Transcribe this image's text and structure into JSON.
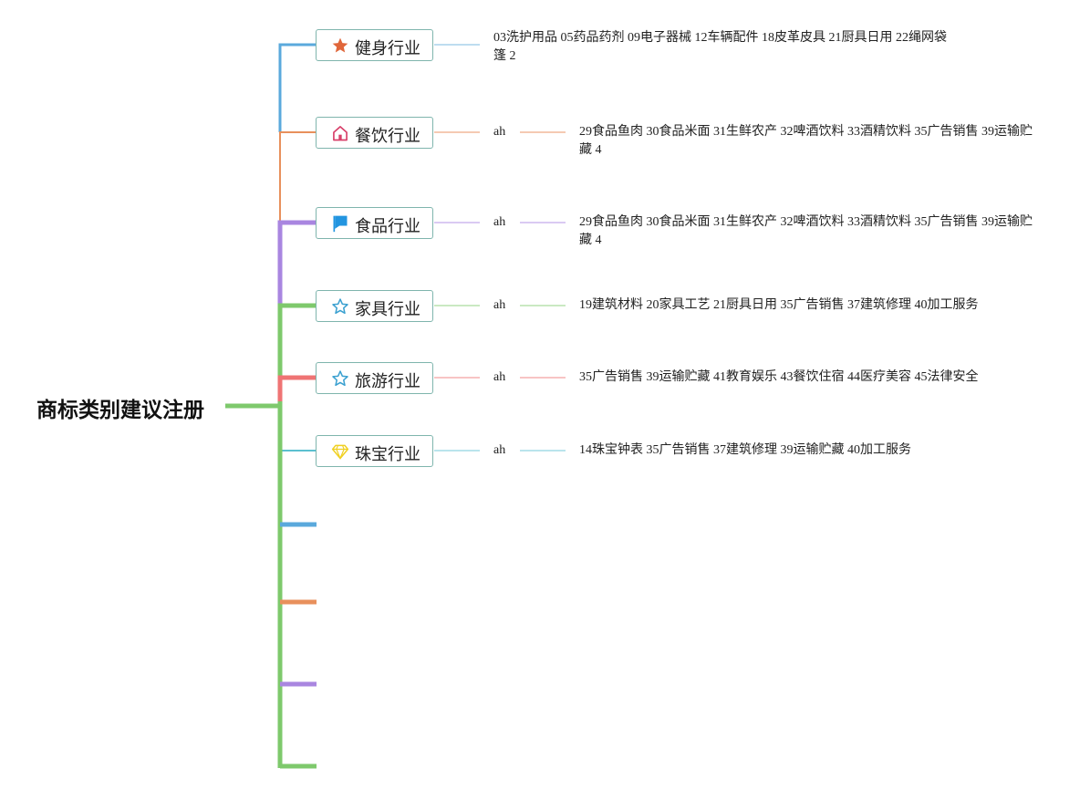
{
  "title": "商标类别建议注册",
  "colors": {
    "trunk": "#7ec96c",
    "blue": "#5aa9dc",
    "orange": "#e8905c",
    "purple": "#a986e0",
    "green": "#7ec96c",
    "red": "#ef7474",
    "teal": "#5cc0d0",
    "node_border": "#7fb5ad"
  },
  "branches": [
    {
      "label": "健身行业",
      "icon": "star-filled-icon",
      "icon_color": "#e0663a",
      "color": "#5aa9dc",
      "conn_color": "#a8d2ec",
      "mid": "",
      "text_line1": "03洗护用品 05药品药剂 09电子器械 12车辆配件 18皮革皮具 21厨具日用 22绳网袋",
      "text_line2": "篷 2"
    },
    {
      "label": "餐饮行业",
      "icon": "house-icon",
      "icon_color": "#d8406a",
      "color": "#e8905c",
      "conn_color": "#f2b99a",
      "mid": "ah",
      "text_line1": "29食品鱼肉 30食品米面 31生鲜农产 32啤酒饮料 33酒精饮料 35广告销售 39运输贮",
      "text_line2": "藏 4"
    },
    {
      "label": "食品行业",
      "icon": "flag-icon",
      "icon_color": "#2295e0",
      "color": "#a986e0",
      "conn_color": "#cdb9ef",
      "mid": "ah",
      "text_line1": "29食品鱼肉 30食品米面 31生鲜农产 32啤酒饮料 33酒精饮料 35广告销售 39运输贮",
      "text_line2": "藏 4"
    },
    {
      "label": "家具行业",
      "icon": "star-outline-icon",
      "icon_color": "#3aa0d0",
      "color": "#7ec96c",
      "conn_color": "#b9e2ae",
      "mid": "ah",
      "text_line1": "19建筑材料 20家具工艺 21厨具日用 35广告销售 37建筑修理 40加工服务",
      "text_line2": ""
    },
    {
      "label": "旅游行业",
      "icon": "star-outline-icon",
      "icon_color": "#3aa0d0",
      "color": "#ef7474",
      "conn_color": "#f5b0b0",
      "mid": "ah",
      "text_line1": "35广告销售 39运输贮藏 41教育娱乐 43餐饮住宿 44医疗美容 45法律安全",
      "text_line2": ""
    },
    {
      "label": "珠宝行业",
      "icon": "diamond-icon",
      "icon_color": "#f0d020",
      "color": "#5cc0d0",
      "conn_color": "#a4dce6",
      "mid": "ah",
      "text_line1": "14珠宝钟表 35广告销售 37建筑修理 39运输贮藏 40加工服务",
      "text_line2": ""
    }
  ],
  "empty_branch_colors": [
    "#5aa9dc",
    "#e8905c",
    "#a986e0",
    "#7ec96c"
  ]
}
